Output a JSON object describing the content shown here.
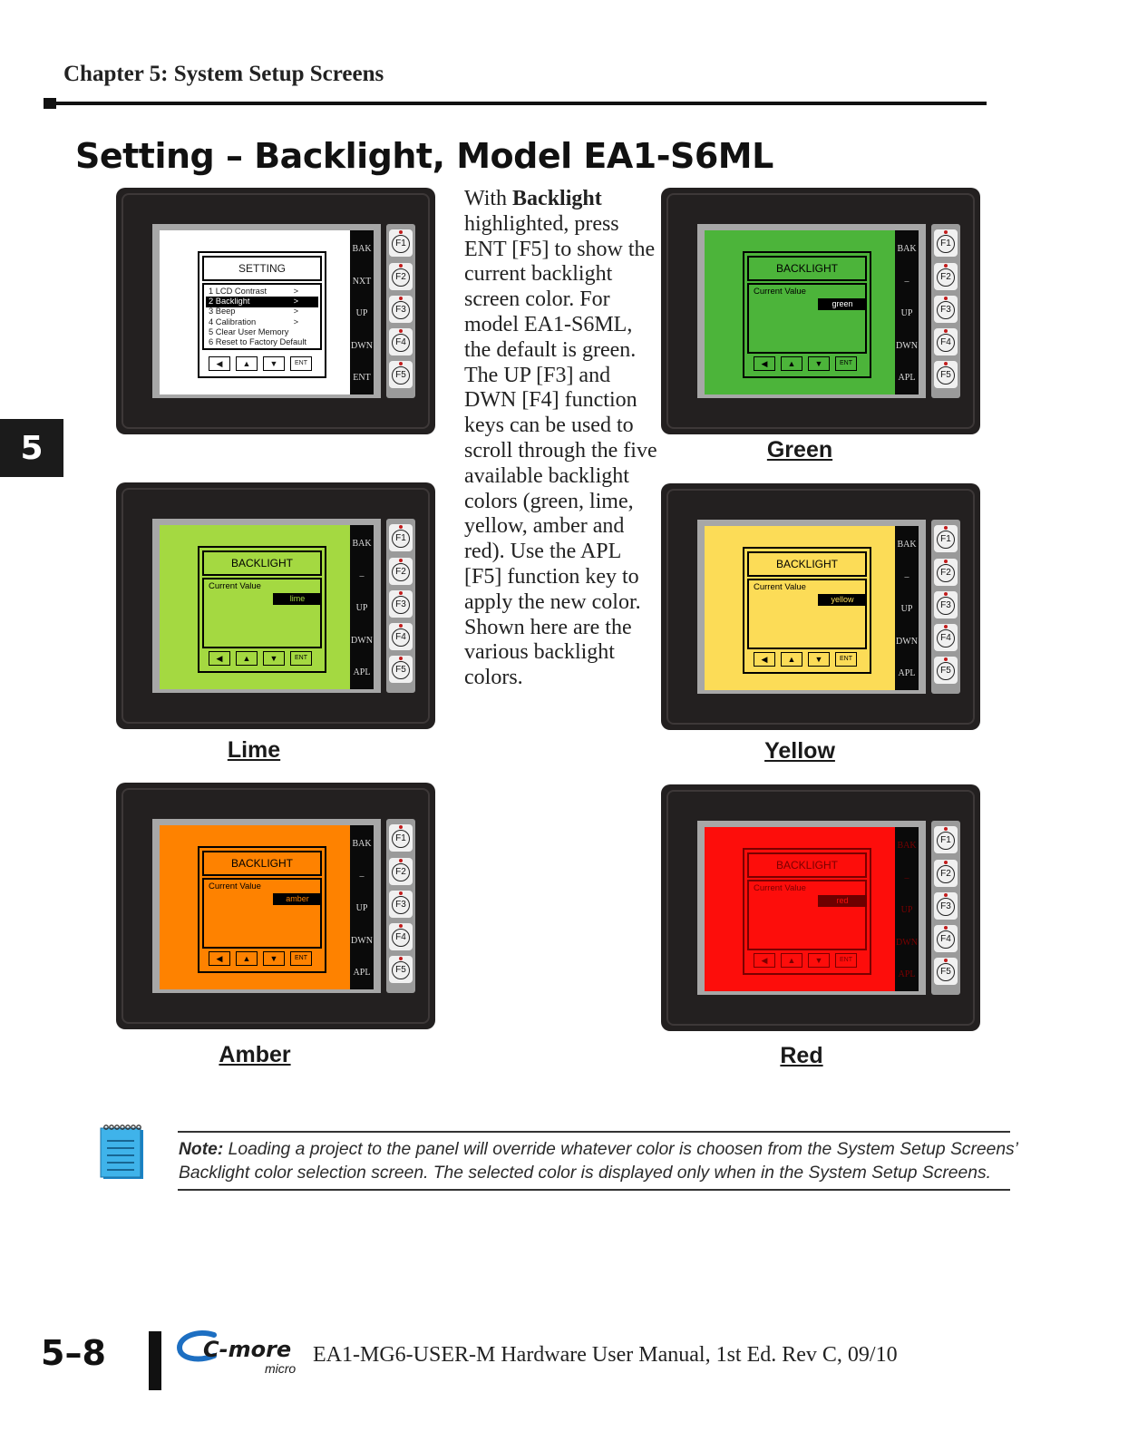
{
  "header": {
    "chapter": "Chapter 5: System Setup Screens"
  },
  "title": "Setting – Backlight, Model EA1-S6ML",
  "chapter_tab": "5",
  "body_text": {
    "prefix": "With ",
    "bold": "Backlight",
    "rest": " highlighted, press ENT [F5] to show the current backlight screen color. For model EA1-S6ML, the default is green. The UP [F3] and DWN [F4] function keys can be used to scroll through the five available backlight colors (green, lime, yellow, amber and red). Use the APL [F5] function key to apply the new color. Shown here are the various backlight colors."
  },
  "function_keys": [
    "F1",
    "F2",
    "F3",
    "F4",
    "F5"
  ],
  "setting_panel": {
    "title": "SETTING",
    "side_labels": [
      "BAK",
      "NXT",
      "UP",
      "DWN",
      "ENT"
    ],
    "menu_items": [
      {
        "label": "1  LCD Contrast",
        "arrow": ">"
      },
      {
        "label": "2  Backlight",
        "arrow": ">"
      },
      {
        "label": "3  Beep",
        "arrow": ">"
      },
      {
        "label": "4  Calibration",
        "arrow": ">"
      },
      {
        "label": "5  Clear User Memory",
        "arrow": ""
      },
      {
        "label": "6  Reset to Factory Default",
        "arrow": ""
      }
    ],
    "selected_index": 1,
    "nav_buttons": [
      "◀",
      "▲",
      "▼",
      "ENT"
    ]
  },
  "backlight_panels": {
    "title": "BACKLIGHT",
    "current_value_label": "Current Value",
    "side_labels": [
      "BAK",
      "–",
      "UP",
      "DWN",
      "APL"
    ],
    "nav_buttons": [
      "◀",
      "▲",
      "▼",
      "ENT"
    ],
    "items": [
      {
        "id": "green",
        "caption": "Green",
        "value": "green",
        "color": "#4cb43a",
        "text_color": "#ffffff",
        "ink": "#000000"
      },
      {
        "id": "lime",
        "caption": "Lime",
        "value": "lime",
        "color": "#a4d941",
        "text_color": "#a4d941",
        "ink": "#000000"
      },
      {
        "id": "yellow",
        "caption": "Yellow",
        "value": "yellow",
        "color": "#fcdc57",
        "text_color": "#fcdc57",
        "ink": "#000000"
      },
      {
        "id": "amber",
        "caption": "Amber",
        "value": "amber",
        "color": "#fe8200",
        "text_color": "#fe8200",
        "ink": "#000000"
      },
      {
        "id": "red",
        "caption": "Red",
        "value": "red",
        "color": "#fd0d0b",
        "text_color": "#fd0d0b",
        "ink": "#7a0000"
      }
    ]
  },
  "note": {
    "label": "Note:",
    "text": " Loading a project to the panel will override whatever color is choosen from the System Setup Screens’ Backlight color selection screen. The selected color is displayed only when in the System Setup Screens."
  },
  "footer": {
    "page_number": "5–8",
    "logo_text": "C-more",
    "logo_sub": "micro",
    "manual": "EA1-MG6-USER-M Hardware User Manual, 1st Ed. Rev C, 09/10"
  }
}
